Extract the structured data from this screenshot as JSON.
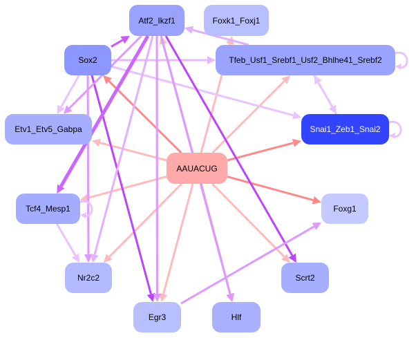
{
  "nodes": [
    {
      "id": "atf2",
      "label": "Atf2_Ikzf1",
      "color": "#99a3ff",
      "text_color": "#000000"
    },
    {
      "id": "foxk1",
      "label": "Foxk1_Foxj1",
      "color": "#b8bfff",
      "text_color": "#000000"
    },
    {
      "id": "sox2",
      "label": "Sox2",
      "color": "#8c97ff",
      "text_color": "#000000"
    },
    {
      "id": "tfeb",
      "label": "Tfeb_Usf1_Srebf1_Usf2_Bhlhe41_Srebf2",
      "color": "#9aa4ff",
      "text_color": "#000000"
    },
    {
      "id": "etv1",
      "label": "Etv1_Etv5_Gabpa",
      "color": "#a6afff",
      "text_color": "#000000"
    },
    {
      "id": "snai1",
      "label": "Snai1_Zeb1_Snai2",
      "color": "#3344ff",
      "text_color": "#ffffff"
    },
    {
      "id": "aauacug",
      "label": "AAUACUG",
      "color": "#ffaaaa",
      "text_color": "#000000"
    },
    {
      "id": "tcf4",
      "label": "Tcf4_Mesp1",
      "color": "#a3acff",
      "text_color": "#000000"
    },
    {
      "id": "foxg1",
      "label": "Foxg1",
      "color": "#c4c9ff",
      "text_color": "#000000"
    },
    {
      "id": "nr2c2",
      "label": "Nr2c2",
      "color": "#b3baff",
      "text_color": "#000000"
    },
    {
      "id": "scrt2",
      "label": "Scrt2",
      "color": "#a6afff",
      "text_color": "#000000"
    },
    {
      "id": "egr3",
      "label": "Egr3",
      "color": "#b8bfff",
      "text_color": "#000000"
    },
    {
      "id": "hlf",
      "label": "Hlf",
      "color": "#a9b1ff",
      "text_color": "#000000"
    }
  ],
  "edges": [
    {
      "from": "aauacug",
      "to": "sox2",
      "color": "#ff8888"
    },
    {
      "from": "aauacug",
      "to": "atf2",
      "color": "#ffbbbb"
    },
    {
      "from": "aauacug",
      "to": "foxk1",
      "color": "#ffbbbb"
    },
    {
      "from": "aauacug",
      "to": "tfeb",
      "color": "#ffbbbb"
    },
    {
      "from": "aauacug",
      "to": "snai1",
      "color": "#ff8888"
    },
    {
      "from": "aauacug",
      "to": "etv1",
      "color": "#ffbbbb"
    },
    {
      "from": "aauacug",
      "to": "tcf4",
      "color": "#ffbbbb"
    },
    {
      "from": "aauacug",
      "to": "foxg1",
      "color": "#ff8888"
    },
    {
      "from": "aauacug",
      "to": "nr2c2",
      "color": "#ffbbbb"
    },
    {
      "from": "aauacug",
      "to": "scrt2",
      "color": "#ffbbbb"
    },
    {
      "from": "aauacug",
      "to": "egr3",
      "color": "#ffbbbb"
    },
    {
      "from": "aauacug",
      "to": "hlf",
      "color": "#ff8888"
    },
    {
      "from": "sox2",
      "to": "atf2",
      "color": "#cc55ff"
    },
    {
      "from": "sox2",
      "to": "tfeb",
      "color": "#e8b8ff"
    },
    {
      "from": "sox2",
      "to": "snai1",
      "color": "#e8c4ff"
    },
    {
      "from": "sox2",
      "to": "etv1",
      "color": "#e8c4ff"
    },
    {
      "from": "sox2",
      "to": "egr3",
      "color": "#bb44ff"
    },
    {
      "from": "sox2",
      "to": "nr2c2",
      "color": "#dd99ff"
    },
    {
      "from": "atf2",
      "to": "etv1",
      "color": "#dd99ff"
    },
    {
      "from": "atf2",
      "to": "tcf4",
      "color": "#cc66ff"
    },
    {
      "from": "atf2",
      "to": "nr2c2",
      "color": "#e4b0ff"
    },
    {
      "from": "atf2",
      "to": "egr3",
      "color": "#dd99ff"
    },
    {
      "from": "atf2",
      "to": "hlf",
      "color": "#dd99ff"
    },
    {
      "from": "atf2",
      "to": "scrt2",
      "color": "#bb44ff"
    },
    {
      "from": "tfeb",
      "to": "atf2",
      "color": "#e0b0ff"
    },
    {
      "from": "tfeb",
      "to": "snai1",
      "color": "#e8c4ff"
    },
    {
      "from": "snai1",
      "to": "tfeb",
      "color": "#e8c4ff"
    },
    {
      "from": "tcf4",
      "to": "nr2c2",
      "color": "#e8c4ff"
    },
    {
      "from": "egr3",
      "to": "foxg1",
      "color": "#dd99ff"
    },
    {
      "from": "tfeb",
      "to": "tfeb",
      "color": "#e8c4ff"
    },
    {
      "from": "snai1",
      "to": "snai1",
      "color": "#e8c4ff"
    },
    {
      "from": "tcf4",
      "to": "tcf4",
      "color": "#e8c4ff"
    }
  ]
}
